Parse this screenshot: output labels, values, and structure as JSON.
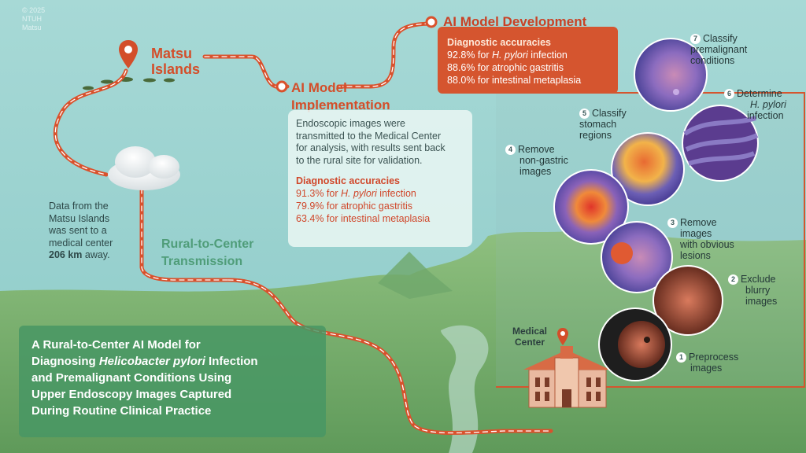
{
  "copyright": {
    "line1": "© 2025",
    "line2": "NTUH",
    "line3": "Matsu"
  },
  "matsu": {
    "line1": "Matsu",
    "line2": "Islands"
  },
  "implementation": {
    "title_line1": "AI Model",
    "title_line2": "Implementation",
    "body_lines": [
      "Endoscopic images were",
      "transmitted to the Medical Center",
      "for analysis, with results sent back",
      "to the rural site for validation."
    ],
    "acc_heading": "Diagnostic accuracies",
    "acc": [
      {
        "value": "91.3% for ",
        "italic": "H. pylori",
        "rest": " infection"
      },
      {
        "value": "79.9% for atrophic gastritis",
        "italic": "",
        "rest": ""
      },
      {
        "value": "63.4% for intestinal metaplasia",
        "italic": "",
        "rest": ""
      }
    ]
  },
  "development": {
    "title": "AI Model Development",
    "acc_heading": "Diagnostic accuracies",
    "acc": [
      {
        "value": "92.8% for ",
        "italic": "H. pylori",
        "rest": " infection"
      },
      {
        "value": "88.6% for atrophic gastritis",
        "italic": "",
        "rest": ""
      },
      {
        "value": "88.0% for intestinal metaplasia",
        "italic": "",
        "rest": ""
      }
    ]
  },
  "left_text": {
    "line1": "Data from the",
    "line2": "Matsu Islands",
    "line3": "was sent to a",
    "line4": "medical center",
    "distance": "206 km",
    "line5_rest": " away."
  },
  "transmission": {
    "line1": "Rural-to-Center",
    "line2": "Transmission"
  },
  "main_title": {
    "line1": "A Rural-to-Center AI Model for",
    "line2_a": "Diagnosing ",
    "line2_i": "Helicobacter pylori",
    "line2_b": " Infection",
    "line3": "and Premalignant Conditions Using",
    "line4": "Upper Endoscopy Images Captured",
    "line5": "During Routine Clinical Practice"
  },
  "medical_center": {
    "line1": "Medical",
    "line2": "Center"
  },
  "steps": [
    {
      "num": "1",
      "l1": "Preprocess",
      "l2": "images",
      "l3": ""
    },
    {
      "num": "2",
      "l1": "Exclude",
      "l2": "blurry",
      "l3": "images"
    },
    {
      "num": "3",
      "l1": "Remove",
      "l2": "images",
      "l3": "with obvious",
      "l4": "lesions"
    },
    {
      "num": "4",
      "l1": "Remove",
      "l2": "non-gastric",
      "l3": "images"
    },
    {
      "num": "5",
      "l1": "Classify",
      "l2": "stomach",
      "l3": "regions"
    },
    {
      "num": "6",
      "l1": "Determine",
      "l2": "H. pylori",
      "l3": "infection"
    },
    {
      "num": "7",
      "l1": "Classify",
      "l2": "premalignant",
      "l3": "conditions"
    }
  ],
  "colors": {
    "accent": "#d5552f",
    "route": "#d9512c",
    "sea": "#9fd3d3",
    "land": "#7fb678",
    "title_box": "#489664"
  }
}
